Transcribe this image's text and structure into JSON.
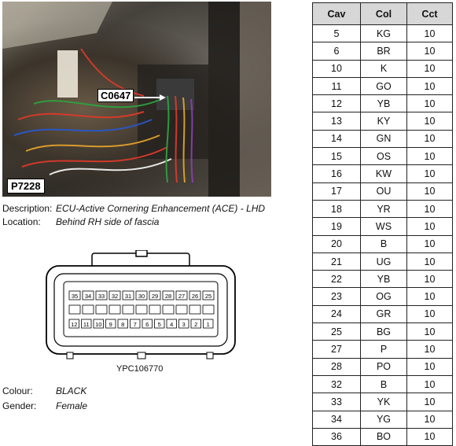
{
  "photo": {
    "id_label": "P7228",
    "callout_label": "C0647"
  },
  "description": {
    "label": "Description:",
    "value": "ECU-Active Cornering Enhancement (ACE) - LHD"
  },
  "location": {
    "label": "Location:",
    "value": "Behind RH side of fascia"
  },
  "connector_drawing": {
    "reference": "YPC106770",
    "top_row": [
      "35",
      "34",
      "33",
      "32",
      "31",
      "30",
      "29",
      "28",
      "27",
      "26",
      "25"
    ],
    "bottom_row": [
      "12",
      "11",
      "10",
      "9",
      "8",
      "7",
      "6",
      "5",
      "4",
      "3",
      "2",
      "1"
    ]
  },
  "colour": {
    "label": "Colour:",
    "value": "BLACK"
  },
  "gender": {
    "label": "Gender:",
    "value": "Female"
  },
  "table": {
    "headers": [
      "Cav",
      "Col",
      "Cct"
    ],
    "rows": [
      [
        "5",
        "KG",
        "10"
      ],
      [
        "6",
        "BR",
        "10"
      ],
      [
        "10",
        "K",
        "10"
      ],
      [
        "11",
        "GO",
        "10"
      ],
      [
        "12",
        "YB",
        "10"
      ],
      [
        "13",
        "KY",
        "10"
      ],
      [
        "14",
        "GN",
        "10"
      ],
      [
        "15",
        "OS",
        "10"
      ],
      [
        "16",
        "KW",
        "10"
      ],
      [
        "17",
        "OU",
        "10"
      ],
      [
        "18",
        "YR",
        "10"
      ],
      [
        "19",
        "WS",
        "10"
      ],
      [
        "20",
        "B",
        "10"
      ],
      [
        "21",
        "UG",
        "10"
      ],
      [
        "22",
        "YB",
        "10"
      ],
      [
        "23",
        "OG",
        "10"
      ],
      [
        "24",
        "GR",
        "10"
      ],
      [
        "25",
        "BG",
        "10"
      ],
      [
        "27",
        "P",
        "10"
      ],
      [
        "28",
        "PO",
        "10"
      ],
      [
        "32",
        "B",
        "10"
      ],
      [
        "33",
        "YK",
        "10"
      ],
      [
        "34",
        "YG",
        "10"
      ],
      [
        "36",
        "BO",
        "10"
      ]
    ]
  }
}
